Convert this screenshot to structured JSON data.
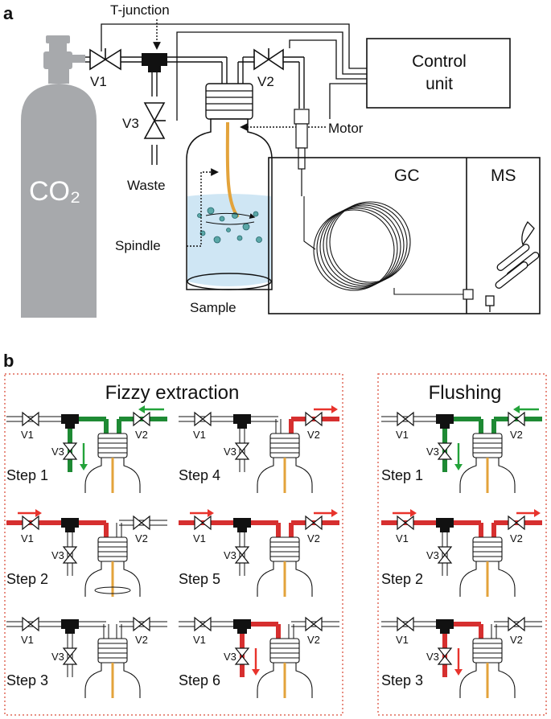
{
  "colors": {
    "co2_gray": "#a7a9ac",
    "co2_text": "#ffffff",
    "gas_red": "#d62f2f",
    "gas_green": "#1e8a34",
    "arrow_red": "#e8332c",
    "arrow_green": "#23a33a",
    "sample_blue": "#cfe6f4",
    "needle_orange": "#e3a33b",
    "panel_border": "#e06a5a"
  },
  "panel_a": {
    "label": "a",
    "t_junction": "T-junction",
    "co2": "CO₂",
    "v1": "V1",
    "v2": "V2",
    "v3": "V3",
    "waste": "Waste",
    "spindle": "Spindle",
    "sample": "Sample",
    "motor": "Motor",
    "control_unit_line1": "Control",
    "control_unit_line2": "unit",
    "gc": "GC",
    "ms": "MS"
  },
  "panel_b": {
    "label": "b",
    "fizzy_title": "Fizzy extraction",
    "flushing_title": "Flushing",
    "fizzy_steps": [
      {
        "label": "Step 1",
        "state": "green-v2-v3"
      },
      {
        "label": "Step 2",
        "state": "red-v1-closed"
      },
      {
        "label": "Step 3",
        "state": "idle"
      },
      {
        "label": "Step 4",
        "state": "red-v2-out"
      },
      {
        "label": "Step 5",
        "state": "red-through"
      },
      {
        "label": "Step 6",
        "state": "red-v3-out"
      }
    ],
    "flushing_steps": [
      {
        "label": "Step 1",
        "state": "green-v2-v3"
      },
      {
        "label": "Step 2",
        "state": "red-through"
      },
      {
        "label": "Step 3",
        "state": "red-v3-out"
      }
    ],
    "valve_labels": {
      "v1": "V1",
      "v2": "V2",
      "v3": "V3"
    }
  }
}
